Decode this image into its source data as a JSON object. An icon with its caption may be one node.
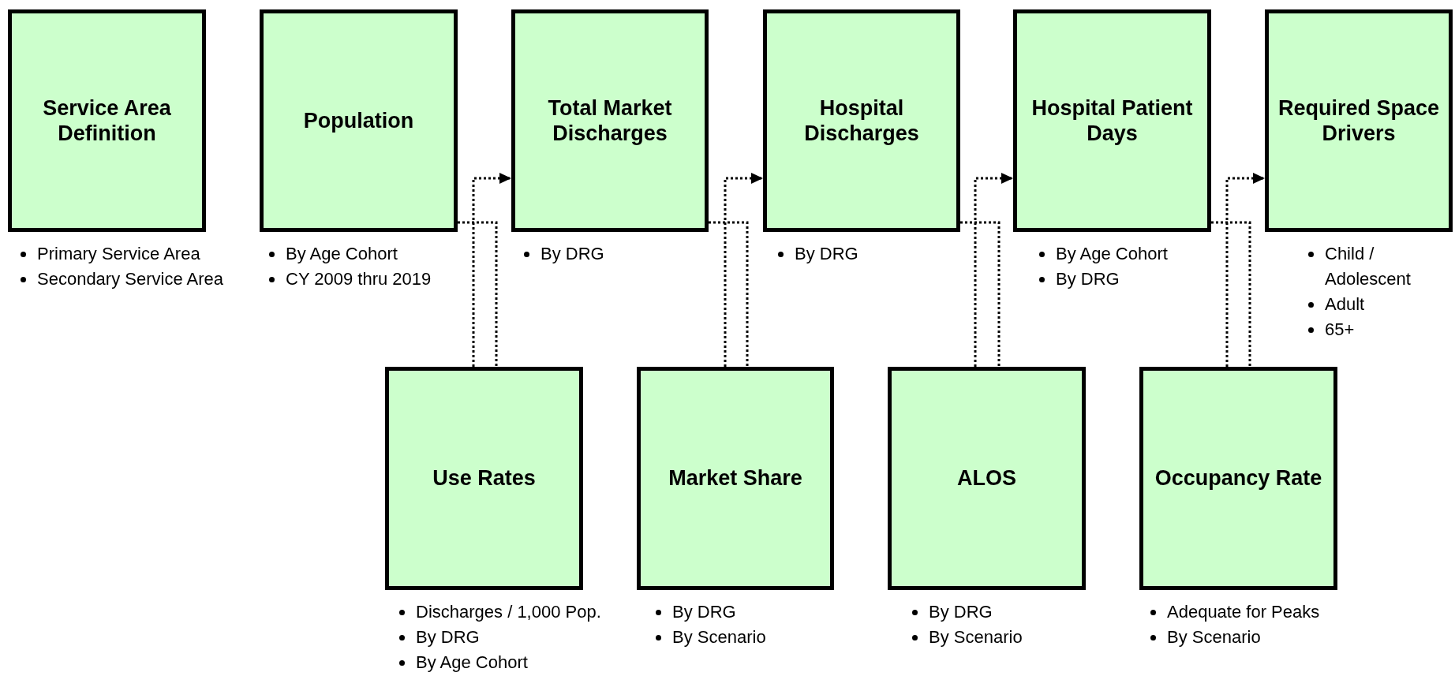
{
  "diagram": {
    "nodes": [
      {
        "text": [
          "Service Area Definition"
        ],
        "beside": [
          "Primary Service Area",
          "Secondary Service Area"
        ]
      },
      {
        "text": [
          "Population"
        ],
        "beside": [
          "By Age Cohort",
          "CY 2009 thru 2019"
        ]
      },
      {
        "text": [
          "Total Market Discharges"
        ],
        "beside": [
          "By DRG"
        ]
      },
      {
        "text": [
          "Hospital Discharges"
        ],
        "beside": [
          "By DRG"
        ]
      },
      {
        "text": [
          "Hospital Patient Days"
        ],
        "beside": [
          "By Age Cohort",
          "By DRG"
        ]
      },
      {
        "text": [
          "Required Space Drivers"
        ],
        "beside": [
          "Child / Adolescent",
          "Adult",
          "65+"
        ]
      },
      {
        "text": [
          "Use Rates"
        ],
        "beside": [
          "Discharges / 1,000 Pop.",
          "By DRG",
          "By Age Cohort"
        ]
      },
      {
        "text": [
          "Market Share"
        ],
        "beside": [
          "By DRG",
          "By Scenario"
        ]
      },
      {
        "text": [
          "ALOS"
        ],
        "beside": [
          "By DRG",
          "By Scenario"
        ]
      },
      {
        "text": [
          "Occupancy Rate"
        ],
        "beside": [
          "Adequate for Peaks",
          "By Scenario"
        ]
      }
    ],
    "edges": [
      {
        "from": 1,
        "to": 6,
        "arrow": "none"
      },
      {
        "from": 6,
        "to": 2,
        "arrow": "to"
      },
      {
        "from": 2,
        "to": 7,
        "arrow": "none"
      },
      {
        "from": 7,
        "to": 3,
        "arrow": "to"
      },
      {
        "from": 3,
        "to": 8,
        "arrow": "none"
      },
      {
        "from": 8,
        "to": 4,
        "arrow": "to"
      },
      {
        "from": 4,
        "to": 9,
        "arrow": "none"
      },
      {
        "from": 9,
        "to": 5,
        "arrow": "to"
      }
    ]
  }
}
